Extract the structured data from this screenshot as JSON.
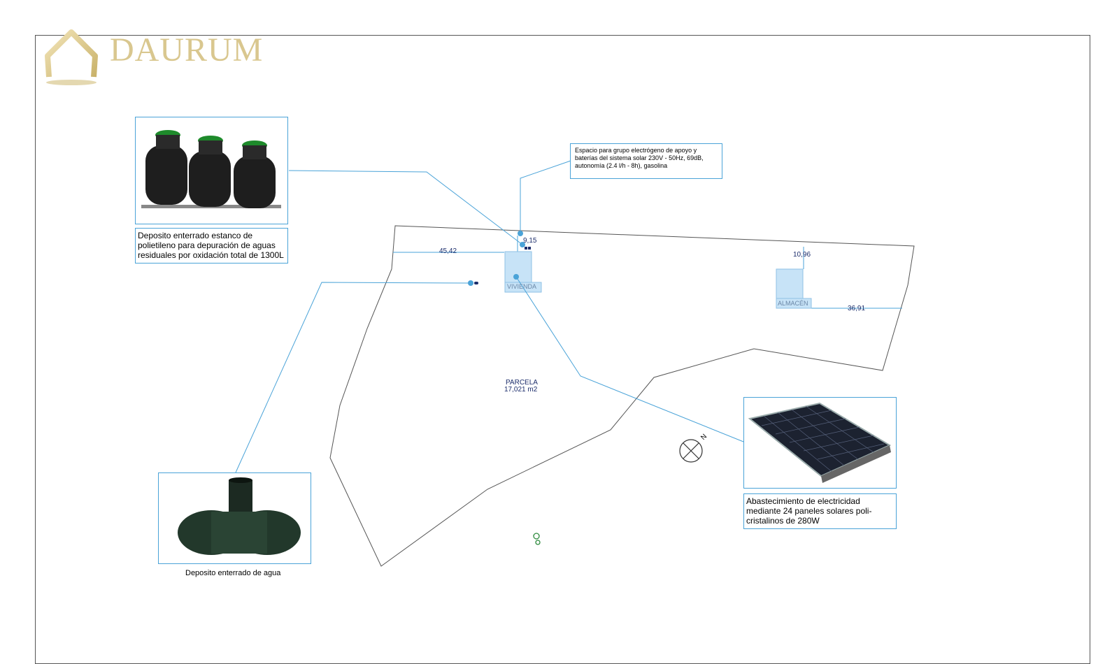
{
  "logo": {
    "text": "DAURUM",
    "color": "#d9c78f"
  },
  "colors": {
    "leader": "#4aa3d8",
    "outline": "#555555",
    "dimension_text": "#1c2d6b",
    "room_fill": "#c7e3f7"
  },
  "callouts": {
    "septic_tank": {
      "caption": "Deposito enterrado estanco de polietileno para depuración de aguas residuales por oxidación total de 1300L",
      "image": "three-black-cylindrical-tanks-with-green-lids"
    },
    "generator_space": {
      "caption": "Espacio para grupo electrógeno de apoyo y baterías del sistema solar 230V - 50Hz, 69dB, autonomía (2.4 l/h - 8h), gasolina"
    },
    "water_tank": {
      "caption": "Deposito enterrado de agua",
      "image": "dark-green-underground-water-tank"
    },
    "solar_panels": {
      "caption": "Abastecimiento de electricidad mediante 24 paneles solares poli-cristalinos de 280W",
      "image": "solar-panel-module"
    }
  },
  "plan": {
    "parcel_label": "PARCELA",
    "parcel_area": "17,021 m2",
    "rooms": {
      "house": "VIVIENDA",
      "storage": "ALMACÉN"
    },
    "dimensions": {
      "d1": "45,42",
      "d2": "9,15",
      "d3": "10,96",
      "d4": "36,91"
    },
    "north_label": "N"
  },
  "icons": {
    "north_arrow": "north-arrow-icon",
    "tree": "tree-symbol-icon"
  }
}
